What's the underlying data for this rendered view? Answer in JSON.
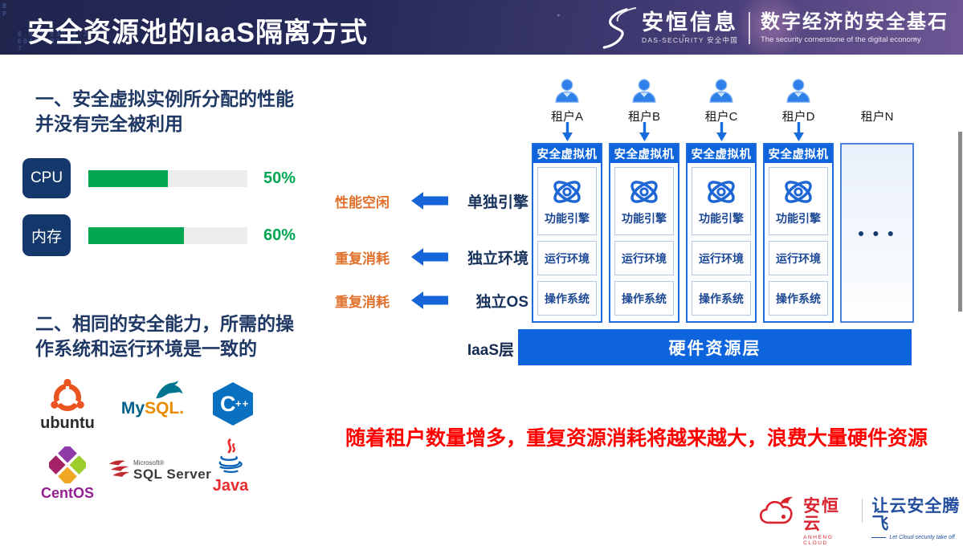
{
  "header": {
    "title": "安全资源池的IaaS隔离方式",
    "code_texture": [
      "B",
      "P",
      "0 9B2 E3D04-2",
      "6047 5926 4",
      "7"
    ],
    "logo": {
      "brand": "安恒信息",
      "brand_sub": "DAS-SECURITY 安全中国",
      "tagline": "数字经济的安全基石",
      "tagline_sub": "The security cornerstone of the digital economy"
    }
  },
  "left": {
    "point1_heading": "一、安全虚拟实例所分配的性能并没有完全被利用",
    "metrics": [
      {
        "label": "CPU",
        "percent": 50,
        "percent_text": "50%"
      },
      {
        "label": "内存",
        "percent": 60,
        "percent_text": "60%"
      }
    ],
    "point2_heading": "二、相同的安全能力，所需的操作系统和运行环境是一致的",
    "logos": {
      "ubuntu": "ubuntu",
      "mysql_my": "My",
      "mysql_sql": "SQL",
      "mysql_dot": ".",
      "cpp_c": "C",
      "cpp_pp": "++",
      "centos": "CentOS",
      "ms": "Microsoft®",
      "sqlserver": "SQL Server",
      "java": "Java"
    }
  },
  "diagram": {
    "tenants": [
      {
        "label": "租户A"
      },
      {
        "label": "租户B"
      },
      {
        "label": "租户C"
      },
      {
        "label": "租户D"
      },
      {
        "label": "租户N"
      }
    ],
    "vm_header": "安全虚拟机",
    "layers": [
      "功能引擎",
      "运行环境",
      "操作系统"
    ],
    "ellipsis": "● ● ●",
    "annotations": [
      {
        "issue": "性能空闲",
        "cause": "单独引擎"
      },
      {
        "issue": "重复消耗",
        "cause": "独立环境"
      },
      {
        "issue": "重复消耗",
        "cause": "独立OS"
      }
    ],
    "iaas_label": "IaaS层",
    "hardware_layer": "硬件资源层",
    "conclusion": "随着租户数量增多，重复资源消耗将越来越大，浪费大量硬件资源"
  },
  "footer": {
    "brand": "安恒云",
    "brand_sub": "ANHENG CLOUD",
    "slogan": "让云安全腾飞",
    "slogan_sub": "Let Cloud-security take off"
  },
  "colors": {
    "primary_blue": "#0D64DC",
    "navy": "#1F3864",
    "green": "#00A651",
    "orange": "#E0712C",
    "red": "#FE0000"
  }
}
